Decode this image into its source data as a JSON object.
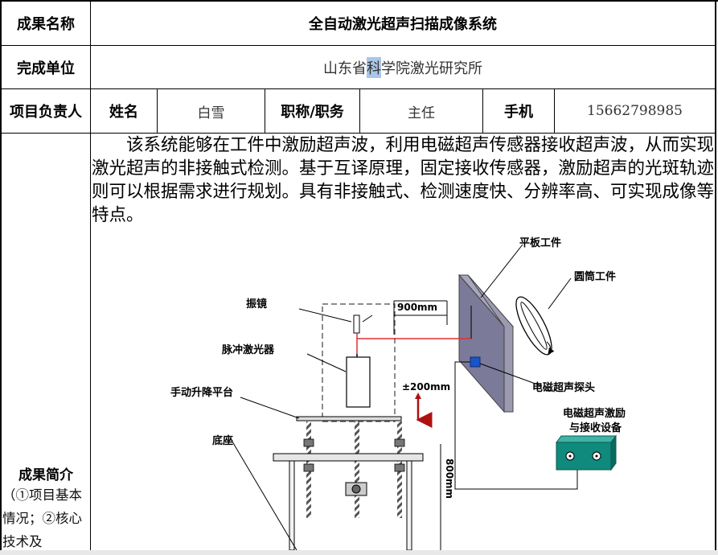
{
  "row1": {
    "label": "成果名称",
    "value": "全自动激光超声扫描成像系统"
  },
  "row2": {
    "label": "完成单位",
    "value_before": "山东省",
    "value_highlight": "科",
    "value_after": "学院激光研究所"
  },
  "row3": {
    "label": "项目负责人",
    "name_label": "姓名",
    "name_value": "白雪",
    "title_label": "职称/职务",
    "title_value": "主任",
    "phone_label": "手机",
    "phone_value": "15662798985"
  },
  "summary": {
    "label": "成果简介",
    "sublabel": "（①项目基本情况；②核心技术及",
    "paragraph": "　　该系统能够在工件中激励超声波，利用电磁超声传感器接收超声波，从而实现激光超声的非接触式检测。基于互译原理，固定接收传感器，激励超声的光斑轨迹则可以根据需求进行规划。具有非接触式、检测速度快、分辨率高、可实现成像等特点。"
  },
  "diagram": {
    "flat_workpiece": "平板工件",
    "cylinder_workpiece": "圆筒工件",
    "galvo": "振镜",
    "pulse_laser": "脉冲激光器",
    "lift_platform": "手动升降平台",
    "base": "底座",
    "distance_900": "900mm",
    "range_200": "±200mm",
    "height_800": "800mm",
    "emat_probe": "电磁超声探头",
    "emat_device_line1": "电磁超声激励",
    "emat_device_line2": "与接收设备",
    "colors": {
      "laser": "#e03030",
      "plate": "#7b7a99",
      "device": "#0f8a7c",
      "probe": "#1a55c8",
      "height_arrow": "#b01010"
    }
  }
}
